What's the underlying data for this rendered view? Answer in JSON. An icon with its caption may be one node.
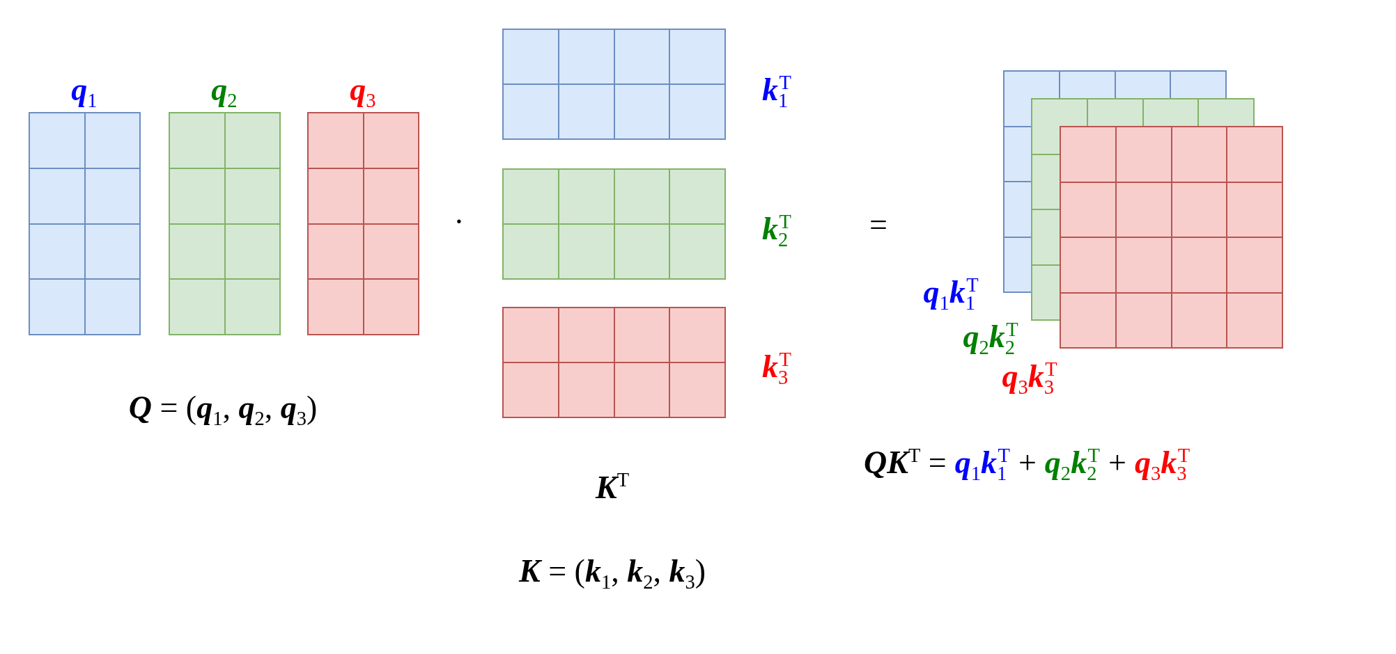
{
  "diagram": {
    "nodes": [
      {
        "text": [
          "**q**$_{1}$"
        ]
      },
      {
        "text": [
          "**q**$_{2}$"
        ]
      },
      {
        "text": [
          "**q**$_{3}$"
        ]
      },
      {
        "text": [
          "**k**$_{1}$$^{T}$"
        ]
      },
      {
        "text": [
          "**k**$_{2}$$^{T}$"
        ]
      },
      {
        "text": [
          "**k**$_{3}$$^{T}$"
        ]
      },
      {
        "text": [
          "**q**$_{1}$**k**$_{1}$$^{T}$"
        ]
      },
      {
        "text": [
          "**q**$_{2}$**k**$_{2}$$^{T}$"
        ]
      },
      {
        "text": [
          "**q**$_{3}$**k**$_{3}$$^{T}$"
        ]
      }
    ],
    "labels": [
      "**Q** = (**q**$_{1}$, **q**$_{2}$, **q**$_{3}$)",
      "·",
      "**K**$^{T}$",
      "**K** = (**k**$_{1}$, **k**$_{2}$, **k**$_{3}$)",
      "=",
      "**QK**$^{T}$ =",
      "**q**$_{1}$**k**$_{1}$$^{T}$",
      "+",
      "**q**$_{2}$**k**$_{2}$$^{T}$",
      "+",
      "**q**$_{3}$**k**$_{3}$$^{T}$"
    ]
  }
}
